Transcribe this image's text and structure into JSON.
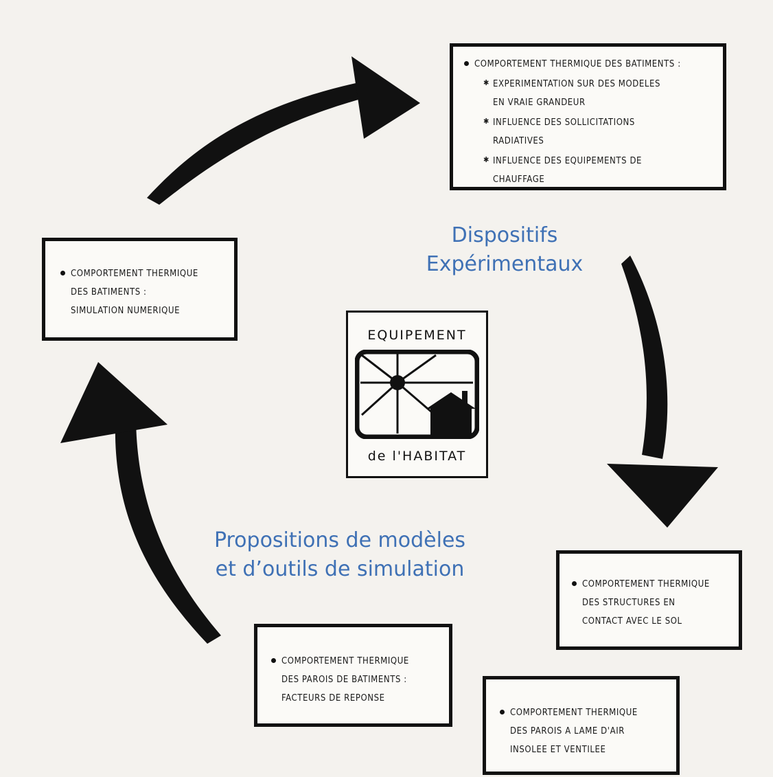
{
  "boxes": {
    "top_right": {
      "heading": "COMPORTEMENT THERMIQUE DES BATIMENTS :",
      "items": [
        [
          "EXPERIMENTATION SUR DES MODELES",
          "EN VRAIE GRANDEUR"
        ],
        [
          "INFLUENCE DES SOLLICITATIONS",
          "RADIATIVES"
        ],
        [
          "INFLUENCE DES EQUIPEMENTS DE",
          "CHAUFFAGE"
        ]
      ]
    },
    "left": {
      "lines": [
        "COMPORTEMENT THERMIQUE",
        "DES BATIMENTS :",
        "SIMULATION NUMERIQUE"
      ]
    },
    "right": {
      "lines": [
        "COMPORTEMENT THERMIQUE",
        "DES STRUCTURES EN",
        "CONTACT AVEC LE SOL"
      ]
    },
    "bottom_middle": {
      "lines": [
        "COMPORTEMENT THERMIQUE",
        "DES PAROIS DE BATIMENTS :",
        "FACTEURS DE REPONSE"
      ]
    },
    "bottom_right": {
      "lines": [
        "COMPORTEMENT THERMIQUE",
        "DES PAROIS A LAME D'AIR",
        "INSOLEE ET VENTILEE"
      ]
    }
  },
  "captions": {
    "experimental": [
      "Dispositifs",
      "Expérimentaux"
    ],
    "models": [
      "Propositions de modèles",
      "et d’outils de simulation"
    ]
  },
  "logo": {
    "top": "EQUIPEMENT",
    "bottom": "de l'HABITAT"
  },
  "colors": {
    "caption": "#3f71b5",
    "ink": "#111111",
    "paper": "#f4f2ee"
  }
}
